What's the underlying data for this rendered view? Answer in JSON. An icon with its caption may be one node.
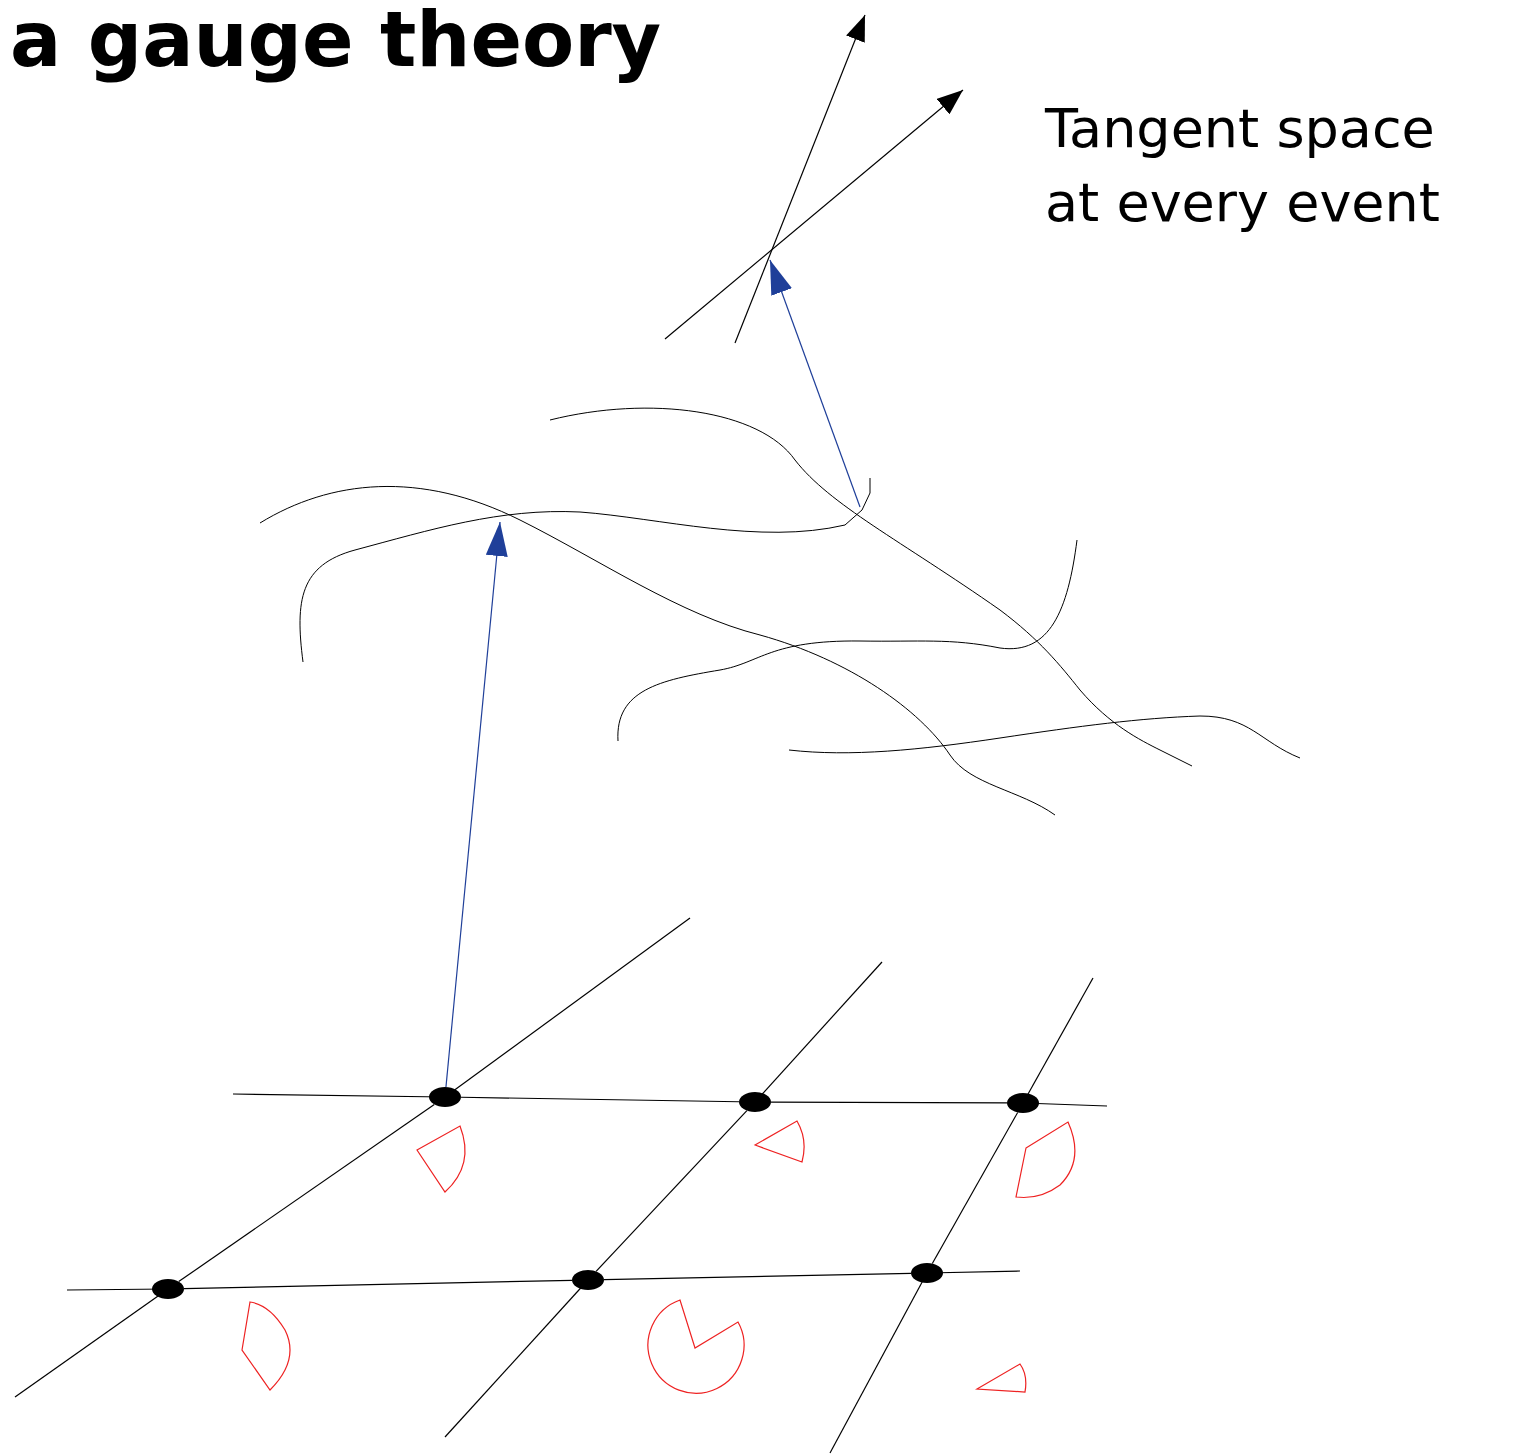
{
  "diagram": {
    "title": "a gauge theory",
    "nodes": [
      {
        "text": [],
        "shape": "circle"
      },
      {
        "text": [],
        "shape": "circle"
      },
      {
        "text": [],
        "shape": "circle"
      },
      {
        "text": [],
        "shape": "circle"
      },
      {
        "text": [],
        "shape": "circle"
      },
      {
        "text": [],
        "shape": "circle"
      },
      {
        "text": [],
        "shape": "picture"
      },
      {
        "text": [],
        "shape": "picture"
      }
    ],
    "edges": [
      {
        "from": 0,
        "to": 6,
        "arrow": "to",
        "color": "#1f3f99"
      },
      {
        "from": 6,
        "to": 7,
        "arrow": "to",
        "color": "#1f3f99"
      },
      {
        "from": 0,
        "to": 1,
        "arrow": "none"
      },
      {
        "from": 1,
        "to": 2,
        "arrow": "none"
      },
      {
        "from": 3,
        "to": 4,
        "arrow": "none"
      },
      {
        "from": 4,
        "to": 5,
        "arrow": "none"
      },
      {
        "from": 3,
        "to": 0,
        "arrow": "none"
      },
      {
        "from": 4,
        "to": 1,
        "arrow": "none"
      },
      {
        "from": 5,
        "to": 2,
        "arrow": "none"
      }
    ],
    "labels": [
      "Tangent space at every event"
    ]
  }
}
